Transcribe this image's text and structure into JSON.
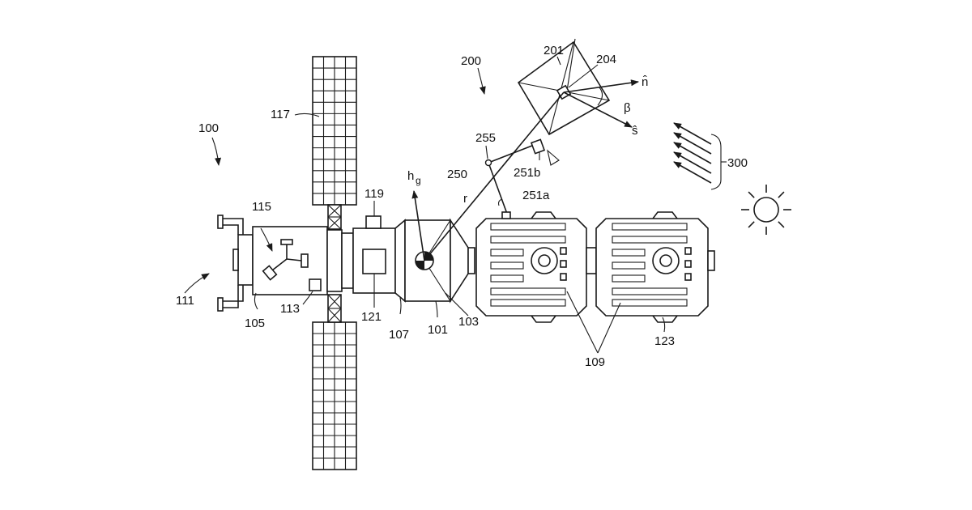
{
  "diagram": {
    "refs": {
      "station": "100",
      "spacecraft": "200",
      "sun_rays": "300",
      "cog_module": "101",
      "connector": "103",
      "module_105": "105",
      "module_107": "107",
      "modules_109": "109",
      "dock_111": "111",
      "device_113": "113",
      "arm_115": "115",
      "solar_panel": "117",
      "box_119": "119",
      "window_121": "121",
      "thruster_123": "123",
      "sail": "201",
      "sail_center": "204",
      "tether": "250",
      "anchor_a": "251a",
      "anchor_b": "251b",
      "joint": "255"
    },
    "symbols": {
      "momentum": "h",
      "momentum_sub": "g",
      "radius": "r",
      "normal": "n̂",
      "sun_vector": "ŝ",
      "angle": "β"
    },
    "colors": {
      "line": "#1a1a1a",
      "background": "#ffffff"
    }
  }
}
